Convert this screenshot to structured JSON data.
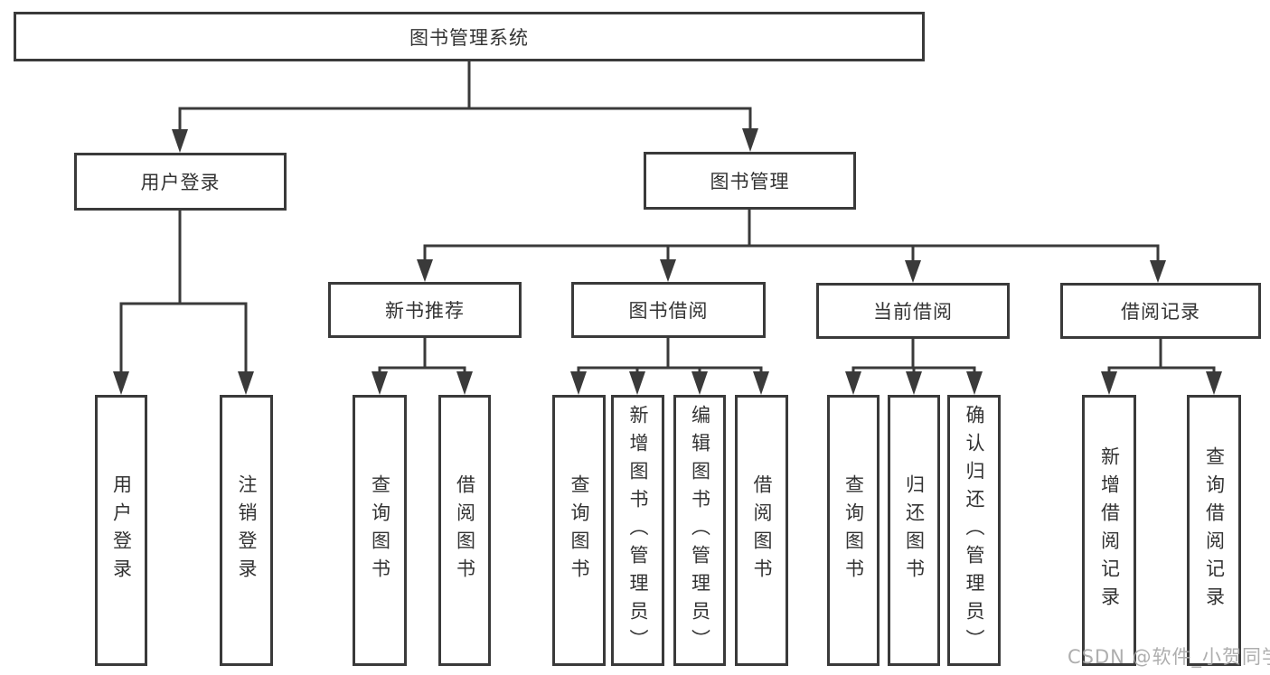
{
  "nodes": {
    "root": "图书管理系统",
    "user_login": "用户登录",
    "book_mgmt": "图书管理",
    "new_book_rec": "新书推荐",
    "book_borrow": "图书借阅",
    "current_borrow": "当前借阅",
    "borrow_records": "借阅记录",
    "leaf_user_login": "用户登录",
    "leaf_logout": "注销登录",
    "leaf_query_book_1": "查询图书",
    "leaf_borrow_book_1": "借阅图书",
    "leaf_query_book_2": "查询图书",
    "leaf_add_book_admin": "新增图书（管理员）",
    "leaf_edit_book_admin": "编辑图书（管理员）",
    "leaf_borrow_book_2": "借阅图书",
    "leaf_query_book_3": "查询图书",
    "leaf_return_book": "归还图书",
    "leaf_confirm_return_admin": "确认归还（管理员）",
    "leaf_add_borrow_record": "新增借阅记录",
    "leaf_query_borrow_record": "查询借阅记录"
  },
  "watermark": "CSDN @软件_小贺同学",
  "colors": {
    "line": "#3a3a3a",
    "box_border": "#3a3a3a",
    "text": "#333333",
    "watermark": "#a5a5a5",
    "background": "#ffffff"
  }
}
